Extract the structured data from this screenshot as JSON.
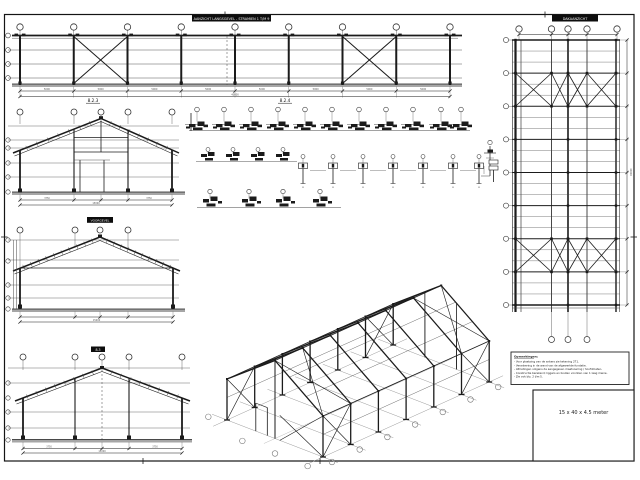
{
  "colors": {
    "line": "#1b1b1b",
    "thin": "#444444",
    "ground_band": "#a6a6a6",
    "grid_circle": "#333333",
    "bar_bg": "#0d0d0d",
    "bar_text": "#f5f5f5",
    "paper": "#ffffff",
    "dim": "#555555"
  },
  "labels": {
    "side_title": "AANZICHT LANGSGEVEL - STRAMIEN 1 T/M 9",
    "plan_title": "DAKAANZICHT",
    "gable_a_label": "8.2.3",
    "details_label": "8.2.4",
    "gable_b_label": "VOORGEVEL",
    "gable_c_label": "8.3"
  },
  "dims": {
    "bay": "5000",
    "total_length": "40000",
    "width": "15000",
    "gable_seg": "3750",
    "height": "4500"
  },
  "notes": {
    "title": "Opmerkingen:",
    "lines": [
      "- Voor plaatsing van de ankers zie tekening 271.",
      "- Verankering in de wand van de afgewerkte fundatie.",
      "- Afmetingen volgens de aangegeven maatvoering / hoofdmaten.",
      "- Constructie berekend; liggers en bouten voorzien van 1 laag menie.",
      "- Zie ook blz. 2 t/m 5."
    ]
  },
  "title_block": {
    "size": "15 x 40 x 4.5 meter"
  },
  "structure": {
    "side_elevation": {
      "columns": 9,
      "braced_bays": [
        1,
        6
      ],
      "girt_levels": 3
    },
    "roof_plan": {
      "frame_lines": 9,
      "braced_bands": [
        1,
        6
      ],
      "column_lines": 5
    },
    "gable_a": {
      "grid_circles": 5,
      "has_door": true
    },
    "gable_b": {
      "grid_circles": 4
    },
    "gable_c": {
      "grid_circles": 5
    },
    "isometric": {
      "frames": 7,
      "braced_bays": [
        0,
        5
      ]
    }
  }
}
